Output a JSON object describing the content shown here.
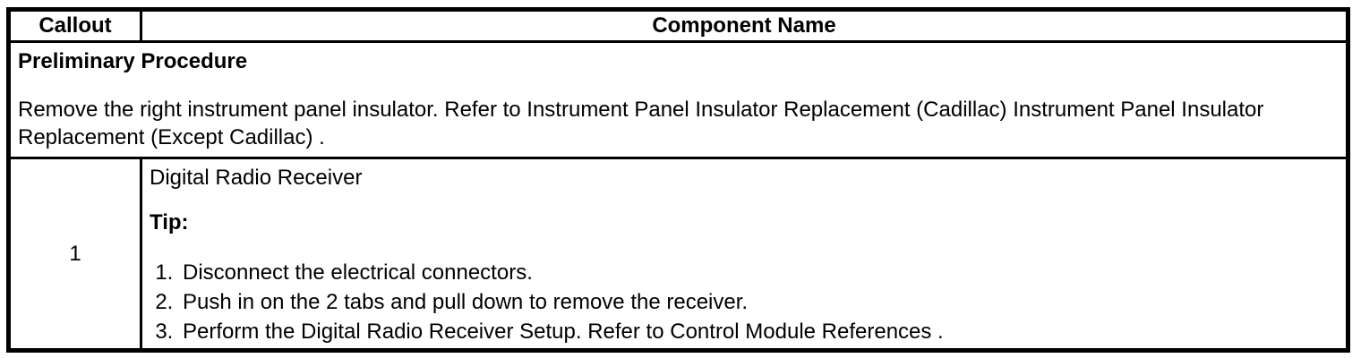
{
  "colors": {
    "background": "#ffffff",
    "border": "#000000",
    "text": "#000000"
  },
  "table": {
    "header": {
      "callout_label": "Callout",
      "component_label": "Component Name"
    },
    "preliminary": {
      "title": "Preliminary Procedure",
      "body": "Remove the right instrument panel insulator. Refer to Instrument Panel Insulator Replacement (Cadillac) Instrument Panel Insulator Replacement (Except Cadillac) ."
    },
    "rows": [
      {
        "callout": "1",
        "component": "Digital Radio Receiver",
        "tip_label": "Tip:",
        "steps": [
          "Disconnect the electrical connectors.",
          "Push in on the 2 tabs and pull down to remove the receiver.",
          "Perform the Digital Radio Receiver Setup. Refer to Control Module References ."
        ]
      }
    ]
  }
}
